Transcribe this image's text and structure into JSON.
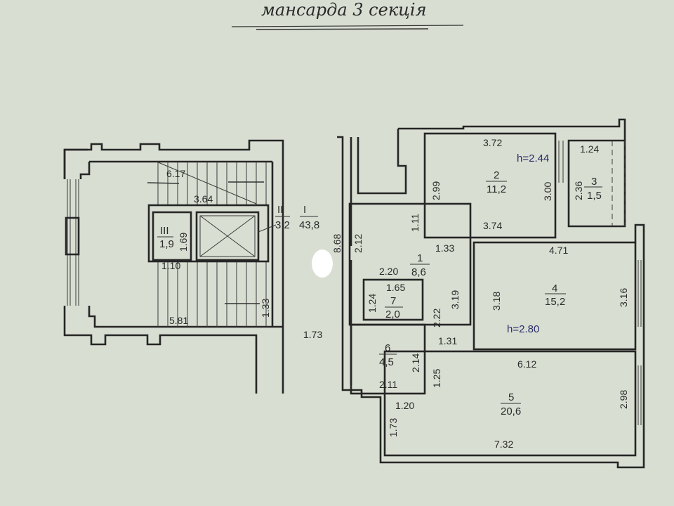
{
  "title": "мансарда 3 секція",
  "stairwell": {
    "rooms": [
      {
        "number": "I",
        "area": "43,8"
      },
      {
        "number": "II",
        "area": "3,2"
      },
      {
        "number": "III",
        "area": "1,9"
      }
    ],
    "dimensions": [
      "6.17",
      "3.64",
      "1.69",
      "1.10",
      "1.33",
      "5.81",
      "1.73"
    ]
  },
  "apartment": {
    "rooms": [
      {
        "number": "1",
        "area": "8,6"
      },
      {
        "number": "2",
        "area": "11,2"
      },
      {
        "number": "3",
        "area": "1,5"
      },
      {
        "number": "4",
        "area": "15,2"
      },
      {
        "number": "5",
        "area": "20,6"
      },
      {
        "number": "6",
        "area": "4,5"
      },
      {
        "number": "7",
        "area": "2,0"
      }
    ],
    "heights": [
      "h=2.44",
      "h=2.80"
    ],
    "dimensions": {
      "corridor_left": "8.68",
      "d_2_12": "2.12",
      "d_1_11": "1.11",
      "d_1_33": "1.33",
      "d_2_20": "2.20",
      "d_1_65": "1.65",
      "d_1_24a": "1.24",
      "d_2_22": "2.22",
      "d_3_19": "3.19",
      "d_1_31": "1.31",
      "d_2_14": "2.14",
      "d_1_25": "1.25",
      "d_2_11": "2.11",
      "d_1_20": "1.20",
      "d_1_73": "1.73",
      "d_7_32": "7.32",
      "d_2_98": "2.98",
      "d_6_12": "6.12",
      "d_3_18": "3.18",
      "d_3_16": "3.16",
      "d_4_71": "4.71",
      "d_3_74": "3.74",
      "d_2_99": "2.99",
      "d_3_00": "3.00",
      "d_3_72": "3.72",
      "d_1_24b": "1.24",
      "d_2_36": "2.36"
    }
  }
}
